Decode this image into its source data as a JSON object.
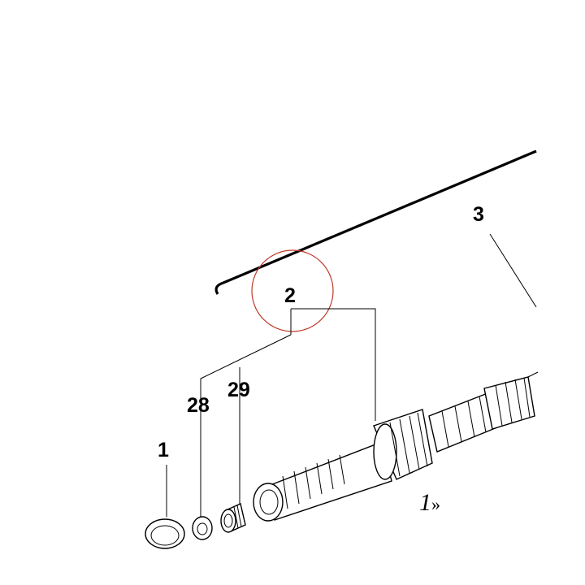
{
  "callouts": {
    "c1": "1",
    "c2": "2",
    "c3": "3",
    "c28": "28",
    "c29": "29"
  },
  "page_mark": {
    "number": "1",
    "suffix": "»"
  },
  "colors": {
    "highlight_circle": "#c0392b",
    "line": "#000000",
    "background": "#ffffff"
  }
}
